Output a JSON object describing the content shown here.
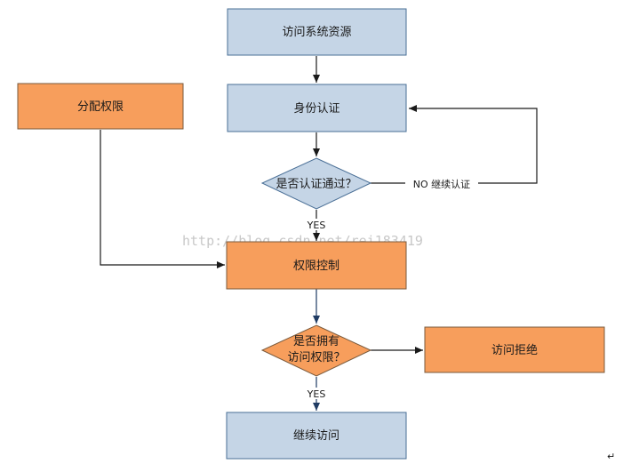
{
  "colors": {
    "blue_fill": "#c5d5e6",
    "blue_stroke": "#4a6f96",
    "orange_fill": "#f79e5c",
    "orange_stroke": "#7a5a3c",
    "line": "#1a1a1a",
    "dark_blue_arrow": "#1f3b63"
  },
  "nodes": {
    "access_resource": "访问系统资源",
    "identity_auth": "身份认证",
    "auth_passed_q": "是否认证通过？",
    "assign_permission": "分配权限",
    "permission_control": "权限控制",
    "has_permission_q_line1": "是否拥有",
    "has_permission_q_line2": "访问权限？",
    "access_denied": "访问拒绝",
    "continue_access": "继续访问"
  },
  "edges": {
    "no_continue_auth": "NO 继续认证",
    "yes_1": "YES",
    "yes_2": "YES"
  },
  "watermark": "http://blog.csdn.net/rei183419",
  "corner_mark": "↵"
}
